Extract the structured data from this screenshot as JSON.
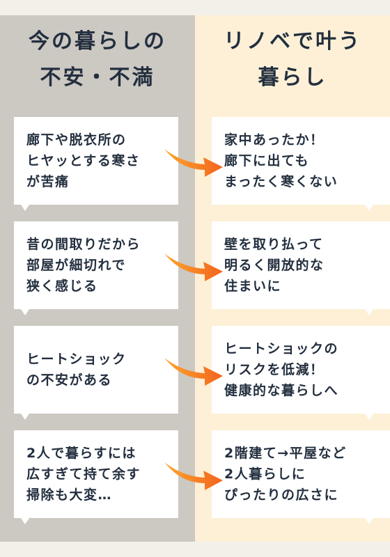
{
  "columns": {
    "left": {
      "title": "今の暮らしの\n不安・不満",
      "background": "#ccc8c2"
    },
    "right": {
      "title": "リノベで叶う\n暮らし",
      "background": "#fdf0d6"
    }
  },
  "rows": [
    {
      "problem": "廊下や脱衣所の\nヒヤッとする寒さ\nが苦痛",
      "solution": "家中あったか！\n廊下に出ても\nまったく寒くない"
    },
    {
      "problem": "昔の間取りだから\n部屋が細切れで\n狭く感じる",
      "solution": "壁を取り払って\n明るく開放的な\n住まいに"
    },
    {
      "problem": "ヒートショック\nの不安がある",
      "solution": "ヒートショックの\nリスクを低減！\n健康的な暮らしへ"
    },
    {
      "problem": "2人で暮らすには\n広すぎて持て余す\n掃除も大変…",
      "solution": "2階建て→平屋など\n2人暮らしに\nぴったりの広さに"
    }
  ],
  "colors": {
    "text": "#232f3f",
    "card": "#ffffff",
    "arrow_start": "#ff9f2a",
    "arrow_end": "#f2641e"
  },
  "icons": {
    "transition": "curved-arrow-icon"
  }
}
